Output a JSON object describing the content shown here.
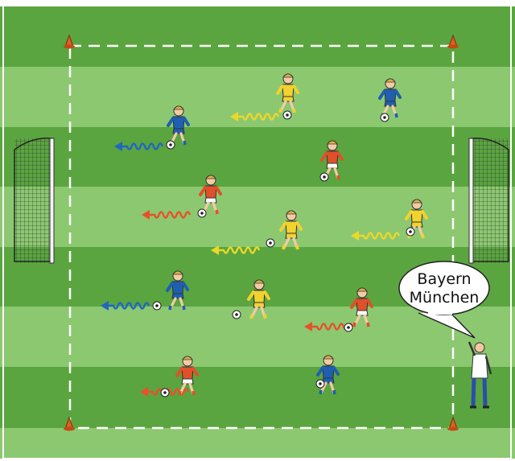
{
  "colors": {
    "grass_dark": "#5aa540",
    "grass_light": "#8cc870",
    "line": "#ffffff",
    "team_blue": "#1f5fb0",
    "team_red": "#e0502a",
    "team_yellow": "#f2d22e",
    "path_blue": "#1f68c0",
    "path_red": "#e8502c",
    "path_yellow": "#ecd82a",
    "cone": "#e06020"
  },
  "coach": {
    "speech_bubble": [
      "Bayern",
      "München"
    ]
  },
  "players": [
    {
      "team": "yellow",
      "label": "player-yellow-1"
    },
    {
      "team": "blue",
      "label": "player-blue-1"
    },
    {
      "team": "blue",
      "label": "player-blue-2"
    },
    {
      "team": "red",
      "label": "player-red-1"
    },
    {
      "team": "red",
      "label": "player-red-2"
    },
    {
      "team": "yellow",
      "label": "player-yellow-2"
    },
    {
      "team": "yellow",
      "label": "player-yellow-3"
    },
    {
      "team": "blue",
      "label": "player-blue-3"
    },
    {
      "team": "yellow",
      "label": "player-yellow-4"
    },
    {
      "team": "red",
      "label": "player-red-3"
    },
    {
      "team": "red",
      "label": "player-red-4"
    },
    {
      "team": "blue",
      "label": "player-blue-4"
    }
  ],
  "dribble_paths": [
    {
      "color": "yellow"
    },
    {
      "color": "blue"
    },
    {
      "color": "red"
    },
    {
      "color": "yellow"
    },
    {
      "color": "yellow"
    },
    {
      "color": "blue"
    },
    {
      "color": "red"
    },
    {
      "color": "red"
    }
  ]
}
